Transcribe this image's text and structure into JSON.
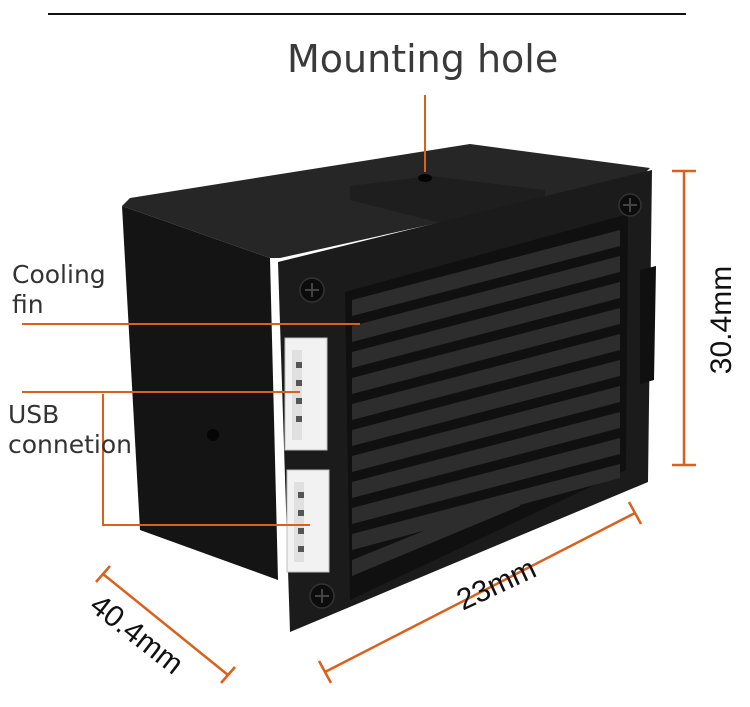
{
  "labels": {
    "mounting_hole": "Mounting hole",
    "cooling_fin_line1": "Cooling",
    "cooling_fin_line2": "fin",
    "usb_line1": "USB",
    "usb_line2": "connetion"
  },
  "dimensions": {
    "height": "30.4mm",
    "width": "23mm",
    "depth": "40.4mm"
  },
  "colors": {
    "accent": "#d9601d",
    "body": "#1c1c1c",
    "fin": "#2a2a2a",
    "connector": "#f2f2f2"
  }
}
